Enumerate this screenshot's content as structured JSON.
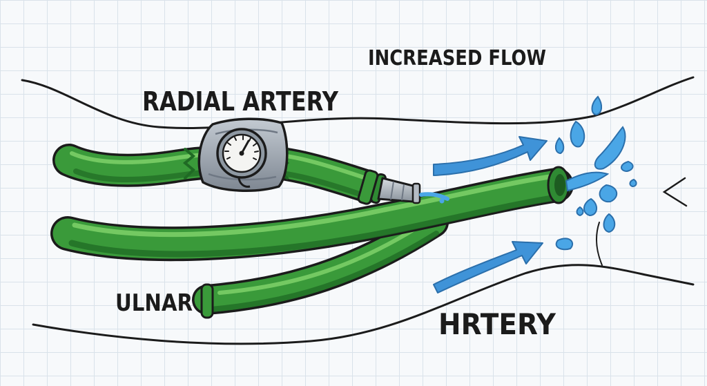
{
  "labels": {
    "increased_flow": "INCREASED FLOW",
    "radial_artery": "RADIAL ARTERY",
    "ulnar": "ULNAR",
    "artery": "HRTERY"
  },
  "colors": {
    "vessel_fill": "#3a9a3a",
    "vessel_highlight": "#7fd16a",
    "vessel_dark": "#1f6a24",
    "outline": "#1b1b1b",
    "clamp_gray": "#9aa3ad",
    "clamp_dark": "#6f7884",
    "arrow_blue": "#3f93d8",
    "water_blue": "#4aa6e6",
    "grid_line": "#d9e2ea",
    "paper": "#f7f9fb"
  },
  "icons": {
    "gauge": "pressure-gauge-icon",
    "clamp": "clamp-icon",
    "flow_arrow": "flow-arrow-icon",
    "water_drop": "water-drop-icon"
  }
}
